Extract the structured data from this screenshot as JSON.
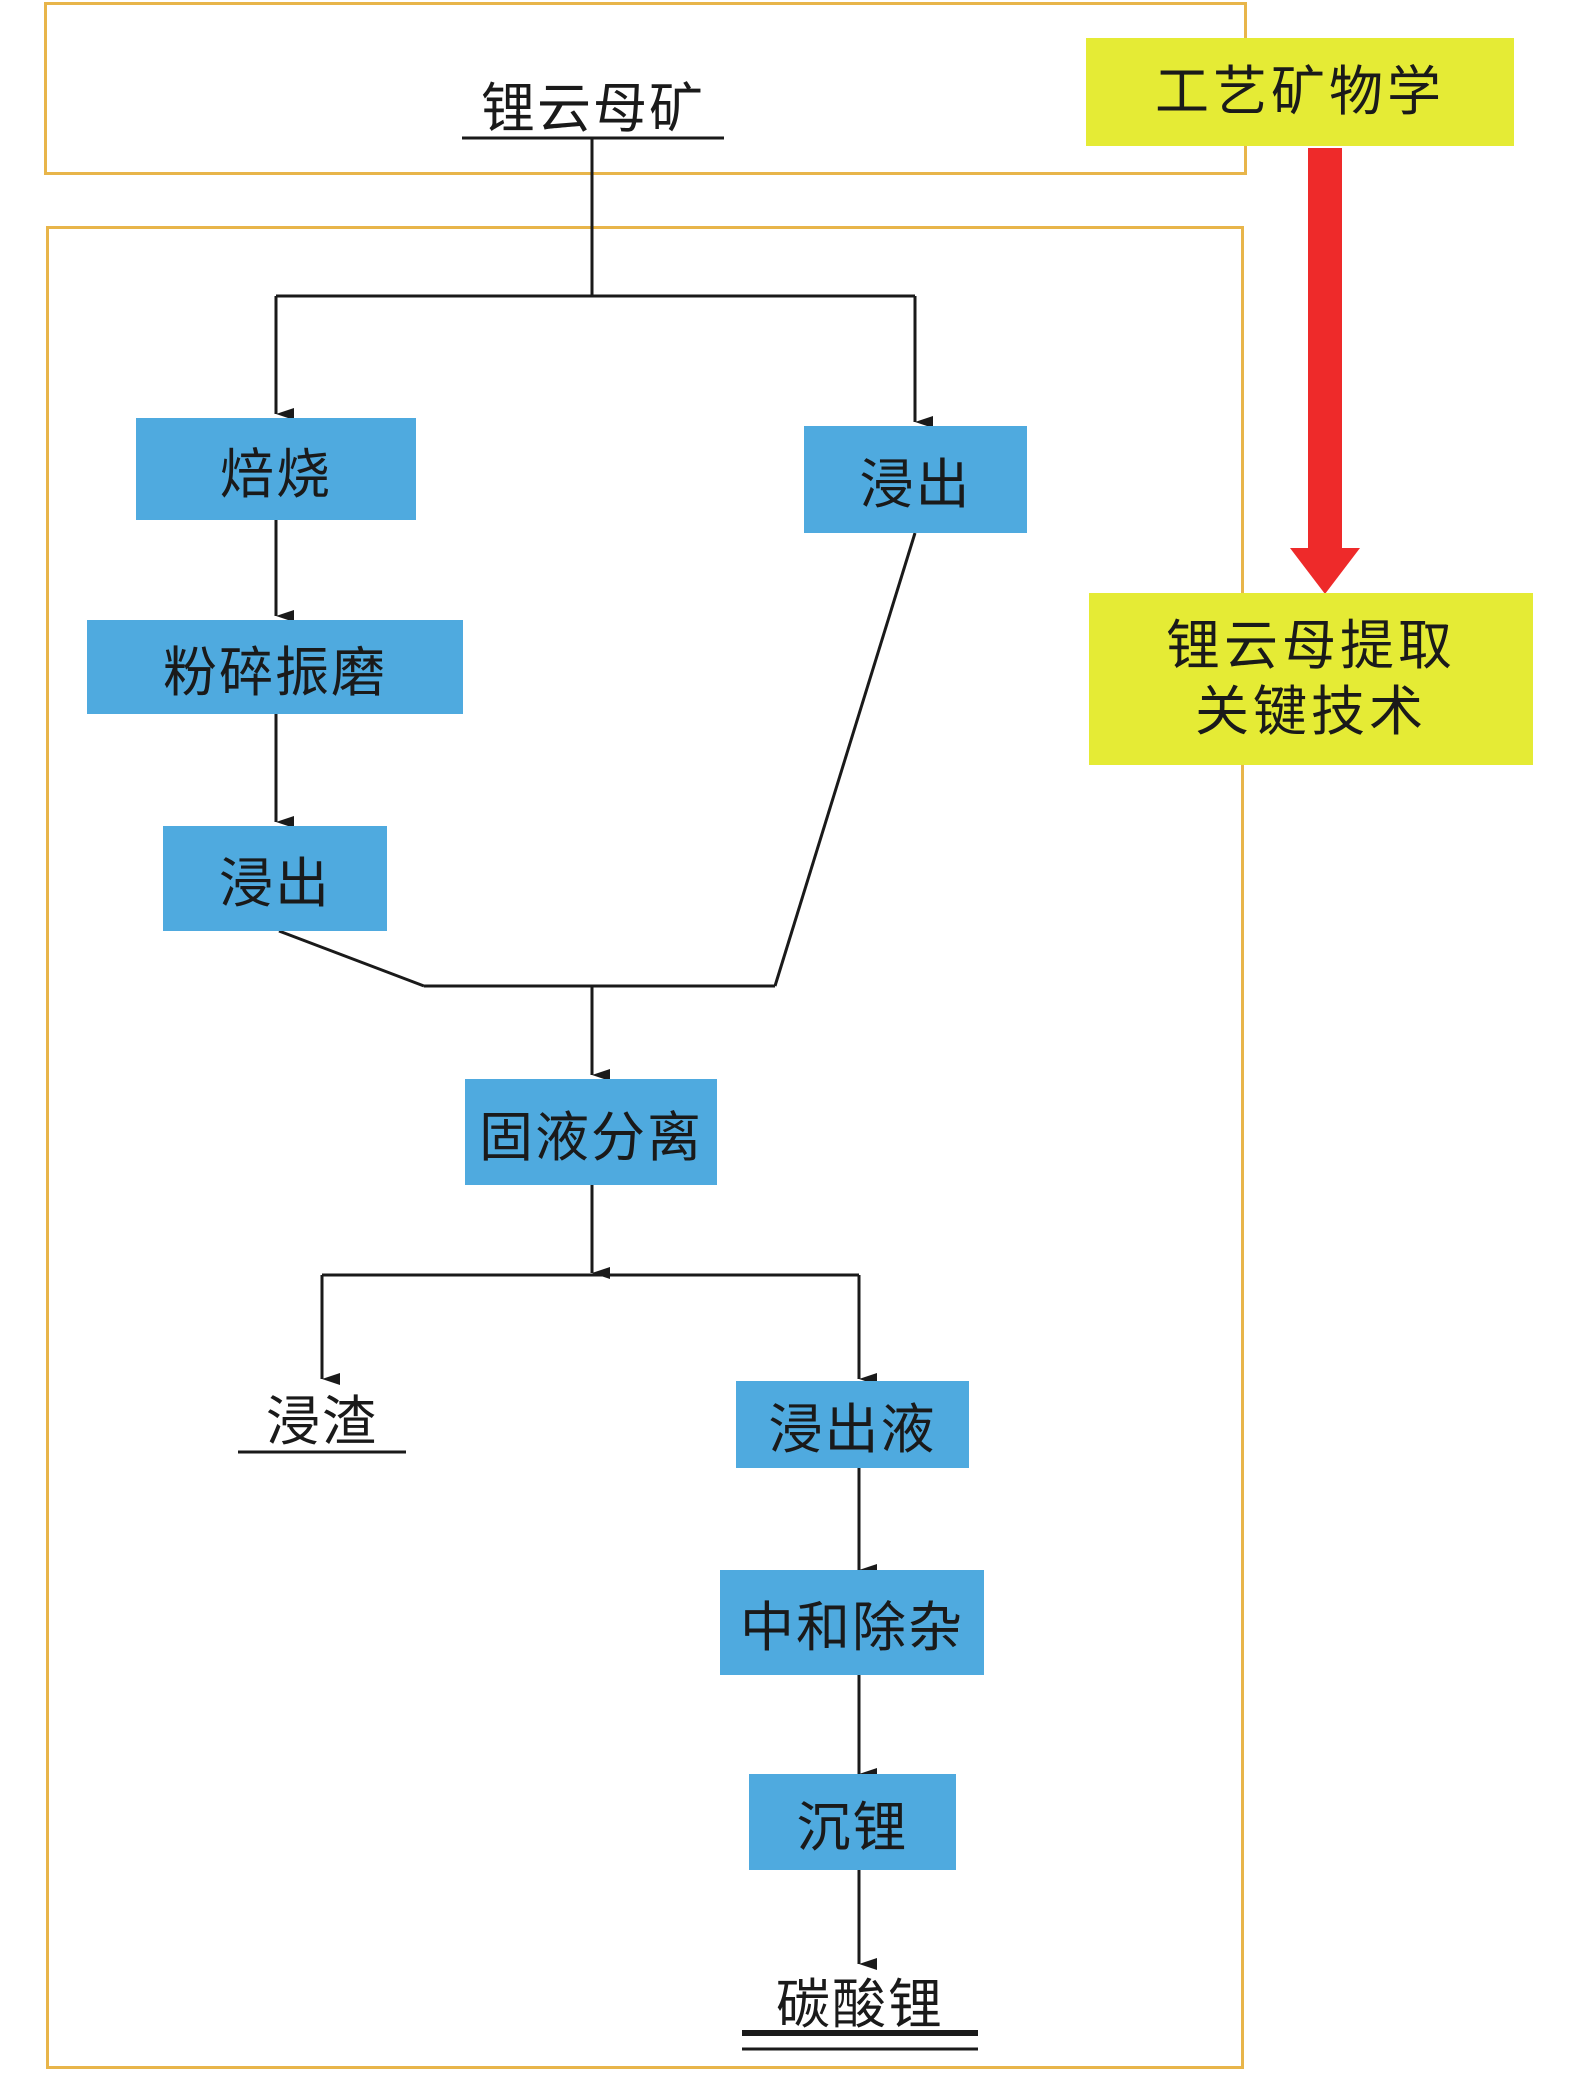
{
  "source": {
    "label": "锂云母矿"
  },
  "steps": {
    "roast": "焙烧",
    "grind": "粉碎振磨",
    "leach_left": "浸出",
    "leach_right": "浸出",
    "separation": "固液分离",
    "leach_liquor": "浸出液",
    "neutralize": "中和除杂",
    "precipitate": "沉锂"
  },
  "outputs": {
    "residue": "浸渣",
    "product": "碳酸锂"
  },
  "side_panel": {
    "top": "工艺矿物学",
    "bottom_line1": "锂云母提取",
    "bottom_line2": "关键技术"
  },
  "colors": {
    "process_box": "#4faadf",
    "highlight_box": "#e5eb35",
    "frame": "#e8b54a",
    "arrow": "#ee2a2a",
    "line": "#1a1a1a"
  }
}
